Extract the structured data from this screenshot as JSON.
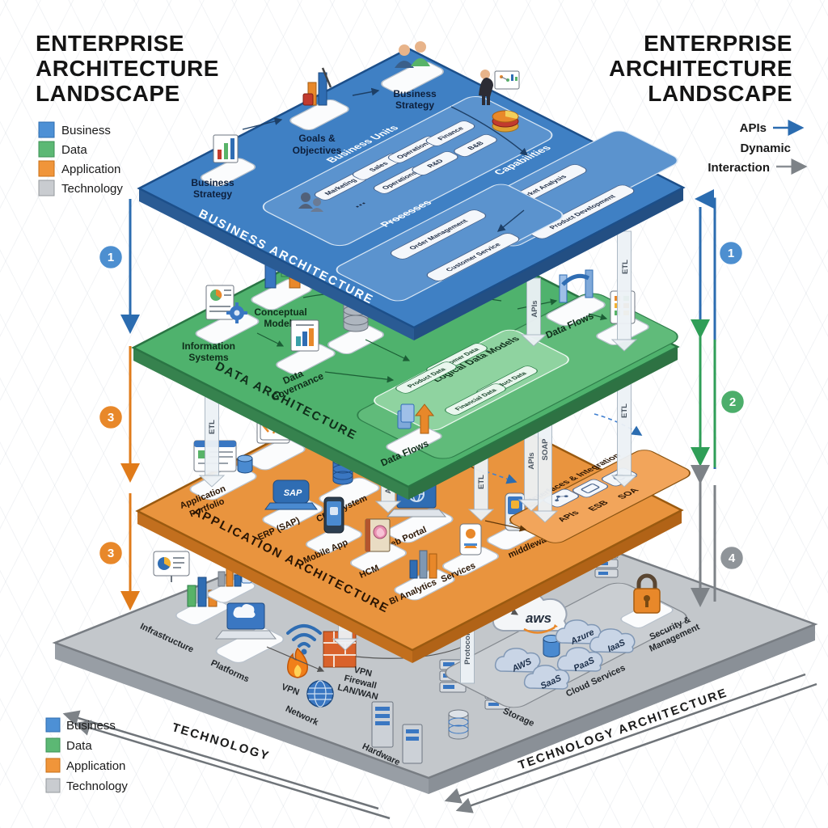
{
  "title": {
    "l1": "ENTERPRISE",
    "l2": "ARCHITECTURE",
    "l3": "LANDSCAPE"
  },
  "legend": {
    "business": "Business",
    "data": "Data",
    "application": "Application",
    "technology": "Technology"
  },
  "flow": {
    "apis": "APIs",
    "dynamic": "Dynamic",
    "interaction": "Interaction"
  },
  "badge": {
    "one": "1",
    "two": "2",
    "three": "3",
    "four": "4"
  },
  "colors": {
    "business": "#3f80c4",
    "data": "#4fb26d",
    "application": "#e9943e",
    "technology": "#c3c7cb",
    "accent_blue": "#2b6cb0",
    "accent_orange": "#e07b1a",
    "accent_green": "#2f9e57",
    "accent_gray": "#7d8287"
  },
  "pillars": {
    "etl": "ETL",
    "apis": "APIs",
    "soap": "SOAP",
    "protocols": "Protocols"
  },
  "biz": {
    "edge": "BUSINESS ARCHITECTURE",
    "strategy": {
      "l1": "Business",
      "l2": "Strategy"
    },
    "goals": {
      "l1": "Goals &",
      "l2": "Objectives"
    },
    "units": {
      "title": "Business Units",
      "chips": [
        "Marketing",
        "Sales",
        "Operations",
        "R&D",
        "Operations",
        "Finance",
        "B&B"
      ],
      "dots": "..."
    },
    "capabilities": {
      "title": "Capabilities",
      "chips": [
        "Market Analysis",
        "Product Development"
      ]
    },
    "processes": {
      "title": "Processes",
      "chips": [
        "Order Management",
        "Customer Service"
      ]
    }
  },
  "dat": {
    "edge": "DATA ARCHITECTURE",
    "conceptual": {
      "l1": "Conceptual",
      "l2": "Models"
    },
    "info": {
      "l1": "Information",
      "l2": "Systems"
    },
    "gov": {
      "l1": "Data",
      "l2": "Governance"
    },
    "logical": {
      "title": "Logical Data Models",
      "chips": [
        "Customer Data",
        "Product Data",
        "Product Data",
        "Financial Data"
      ]
    },
    "flows": "Data Flows"
  },
  "app": {
    "edge": "APPLICATION ARCHITECTURE",
    "portfolio": {
      "l1": "Application",
      "l2": "Portfolio"
    },
    "apps": [
      "ERP (SAP)",
      "CRM System",
      "Mobile App",
      "Web Portal",
      "HCM",
      "BI Analytics",
      "Services"
    ],
    "sap": "SAP",
    "interfaces": {
      "title": "Interfaces & Integration",
      "chips": [
        "APIs",
        "ESB",
        "SOA"
      ]
    },
    "middleware": "middleware"
  },
  "tech": {
    "edge": "TECHNOLOGY ARCHITECTURE",
    "edge_left": "TECHNOLOGY",
    "infrastructure": "Infrastructure",
    "platforms": "Platforms",
    "vpn": "VPN",
    "network": "Network",
    "fw": [
      "VPN",
      "Firewall",
      "LAN/WAN"
    ],
    "hardware": "Hardware",
    "storage": "Storage",
    "aws": "aws",
    "clouds": [
      "AWS",
      "SaaS",
      "Azure",
      "PaaS",
      "IaaS"
    ],
    "cloud_services": "Cloud Services",
    "security": {
      "l1": "Security &",
      "l2": "Management"
    }
  }
}
